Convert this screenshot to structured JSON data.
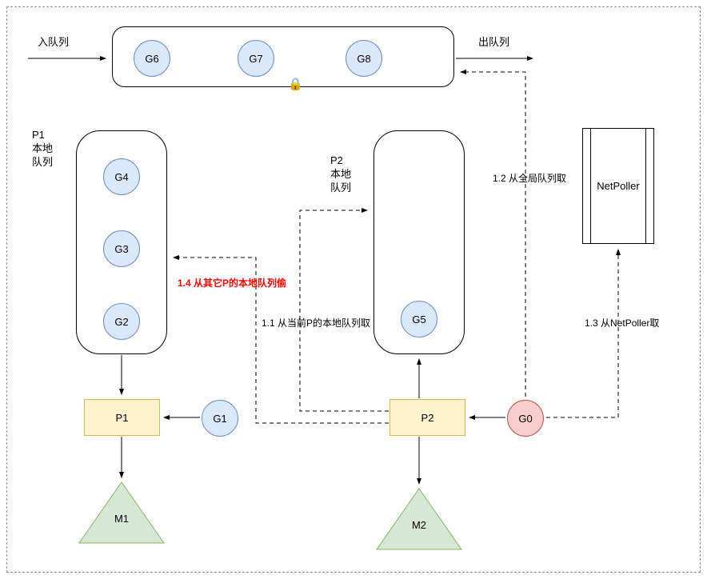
{
  "diagram": {
    "title_hint": "Go GMP scheduler diagram",
    "global_queue": {
      "in_label": "入队列",
      "out_label": "出队列",
      "items": [
        "G6",
        "G7",
        "G8"
      ],
      "lock_icon": "🔒"
    },
    "p1_queue": {
      "label": "P1本地队列",
      "items": [
        "G4",
        "G3",
        "G2"
      ]
    },
    "p2_queue": {
      "label": "P2本地队列",
      "items": [
        "G5"
      ]
    },
    "netpoller": {
      "label": "NetPoller"
    },
    "nodes": {
      "p1": "P1",
      "g1": "G1",
      "m1": "M1",
      "p2": "P2",
      "g0": "G0",
      "m2": "M2"
    },
    "annotations": {
      "step11": "1.1 从当前P的本地队列取",
      "step12": "1.2 从全局队列取",
      "step13": "1.3 从NetPoller取",
      "step14": "1.4 从其它P的本地队列偷"
    },
    "colors": {
      "goroutine_fill": "#dae8fc",
      "goroutine_stroke": "#6c8ebf",
      "processor_fill": "#fff2cc",
      "processor_stroke": "#d6b656",
      "machine_fill": "#d5e8d4",
      "machine_stroke": "#82b366",
      "g0_fill": "#f8cecc",
      "g0_stroke": "#b85450",
      "highlight_text": "#ff0000"
    }
  }
}
